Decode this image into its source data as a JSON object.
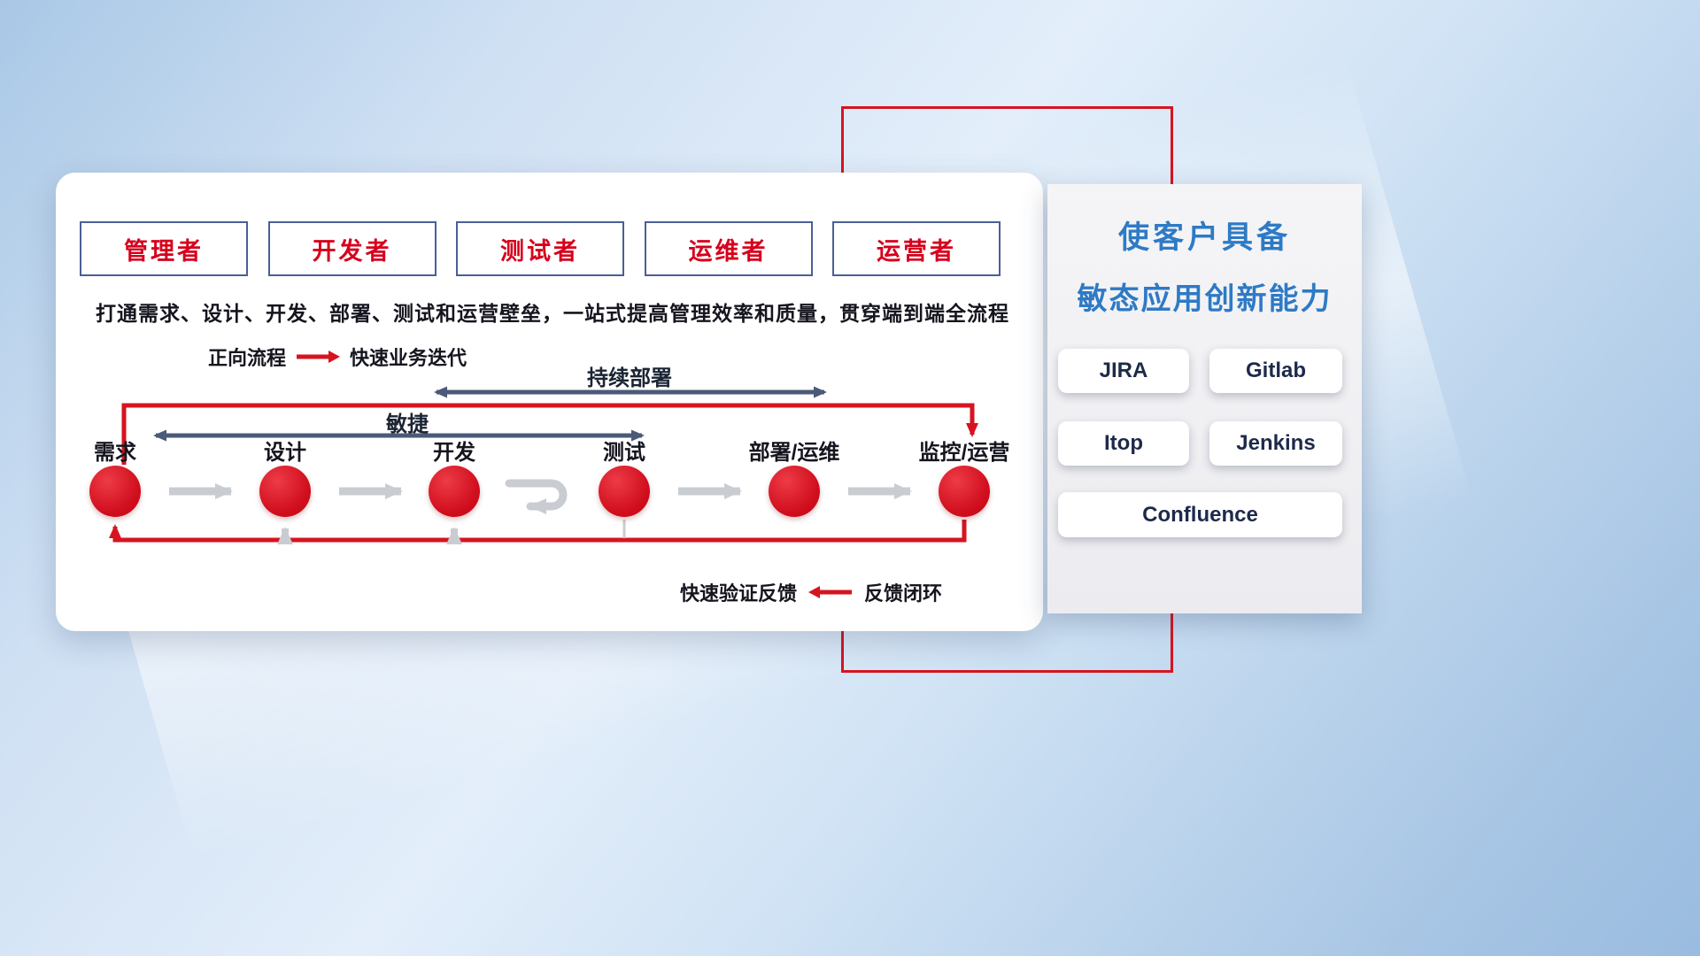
{
  "roles": [
    {
      "label": "管理者"
    },
    {
      "label": "开发者"
    },
    {
      "label": "测试者"
    },
    {
      "label": "运维者"
    },
    {
      "label": "运营者"
    }
  ],
  "description": "打通需求、设计、开发、部署、测试和运营壁垒，一站式提高管理效率和质量，贯穿端到端全流程",
  "legend": {
    "forward_label": "正向流程",
    "forward_desc": "快速业务迭代",
    "feedback_desc": "快速验证反馈",
    "feedback_label": "反馈闭环"
  },
  "flow": {
    "stages": [
      "需求",
      "设计",
      "开发",
      "测试",
      "部署/运维",
      "监控/运营"
    ],
    "agile_label": "敏捷",
    "continuous_deployment_label": "持续部署"
  },
  "right_panel": {
    "title_line1": "使客户具备",
    "title_line2": "敏态应用创新能力",
    "tools": [
      "JIRA",
      "Gitlab",
      "Itop",
      "Jenkins",
      "Confluence"
    ]
  },
  "colors": {
    "accent_red": "#d61420",
    "navy_arrow": "#4a5a78",
    "title_blue": "#2e7ac5",
    "role_text_red": "#d6001c",
    "gray_arrow": "#c9cdd1"
  }
}
